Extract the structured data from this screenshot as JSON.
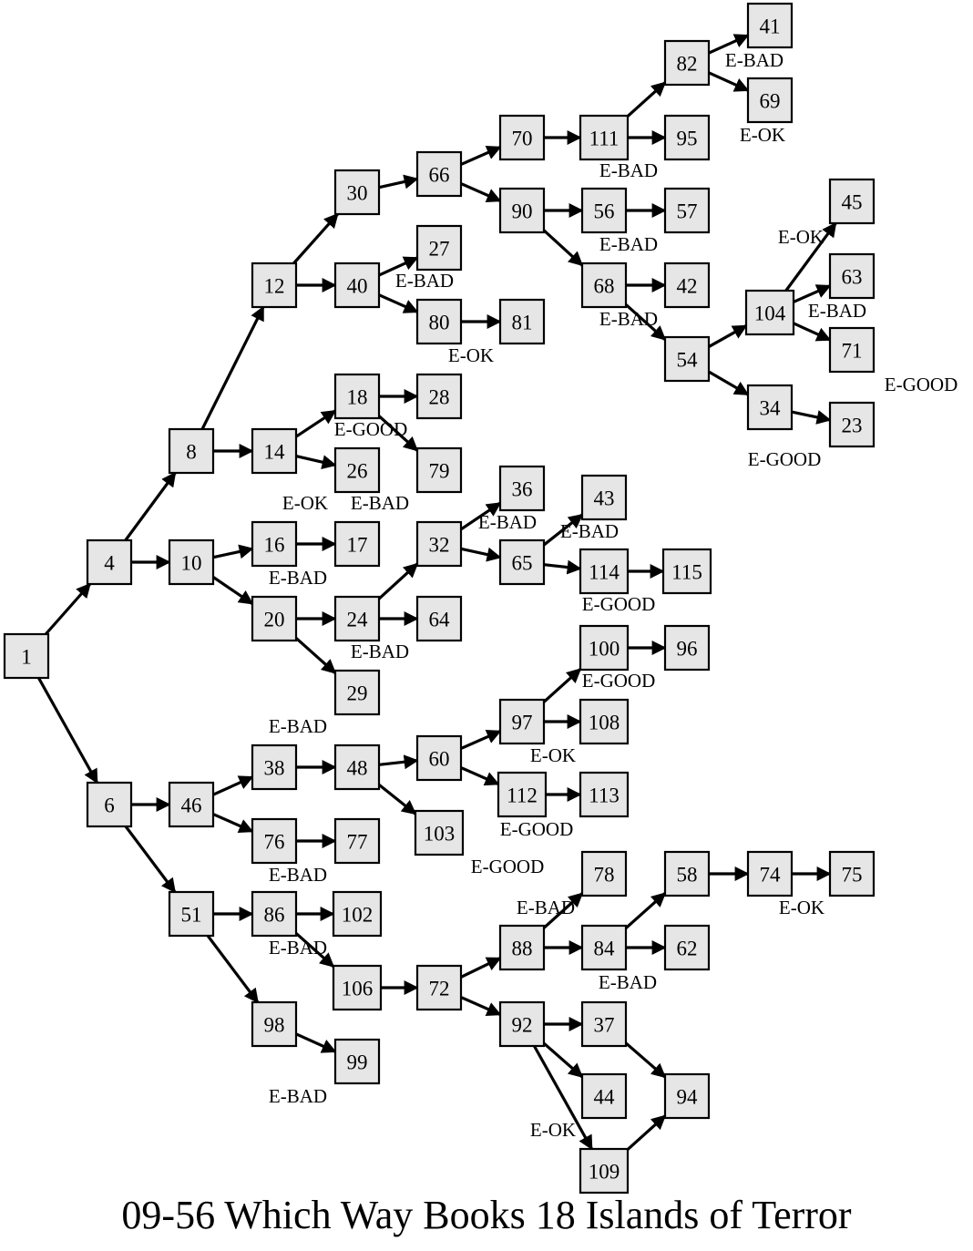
{
  "title": "09-56 Which Way Books 18 Islands of Terror",
  "node_fill": "#e6e6e6",
  "nodes": [
    "1",
    "4",
    "6",
    "8",
    "10",
    "12",
    "14",
    "16",
    "17",
    "18",
    "20",
    "23",
    "24",
    "26",
    "27",
    "28",
    "29",
    "30",
    "32",
    "34",
    "36",
    "37",
    "38",
    "40",
    "41",
    "42",
    "43",
    "44",
    "45",
    "46",
    "48",
    "51",
    "54",
    "56",
    "57",
    "58",
    "60",
    "62",
    "63",
    "64",
    "65",
    "66",
    "68",
    "69",
    "70",
    "71",
    "72",
    "74",
    "75",
    "76",
    "77",
    "78",
    "79",
    "80",
    "81",
    "82",
    "84",
    "86",
    "88",
    "90",
    "92",
    "94",
    "95",
    "96",
    "97",
    "98",
    "99",
    "100",
    "102",
    "103",
    "104",
    "106",
    "108",
    "109",
    "111",
    "112",
    "113",
    "114",
    "115"
  ],
  "edges": [
    [
      "1",
      "4"
    ],
    [
      "1",
      "6"
    ],
    [
      "4",
      "8"
    ],
    [
      "4",
      "10"
    ],
    [
      "8",
      "12"
    ],
    [
      "8",
      "14"
    ],
    [
      "12",
      "30"
    ],
    [
      "12",
      "40"
    ],
    [
      "30",
      "66"
    ],
    [
      "66",
      "70"
    ],
    [
      "66",
      "90"
    ],
    [
      "70",
      "111"
    ],
    [
      "111",
      "82"
    ],
    [
      "111",
      "95"
    ],
    [
      "82",
      "41"
    ],
    [
      "82",
      "69"
    ],
    [
      "90",
      "56"
    ],
    [
      "90",
      "68"
    ],
    [
      "56",
      "57"
    ],
    [
      "68",
      "42"
    ],
    [
      "68",
      "54"
    ],
    [
      "54",
      "104"
    ],
    [
      "54",
      "34"
    ],
    [
      "104",
      "45"
    ],
    [
      "104",
      "63"
    ],
    [
      "104",
      "71"
    ],
    [
      "34",
      "23"
    ],
    [
      "40",
      "27"
    ],
    [
      "40",
      "80"
    ],
    [
      "80",
      "81"
    ],
    [
      "14",
      "18"
    ],
    [
      "14",
      "26"
    ],
    [
      "18",
      "28"
    ],
    [
      "18",
      "79"
    ],
    [
      "10",
      "16"
    ],
    [
      "10",
      "20"
    ],
    [
      "16",
      "17"
    ],
    [
      "20",
      "24"
    ],
    [
      "20",
      "29"
    ],
    [
      "24",
      "32"
    ],
    [
      "24",
      "64"
    ],
    [
      "32",
      "36"
    ],
    [
      "32",
      "65"
    ],
    [
      "65",
      "43"
    ],
    [
      "65",
      "114"
    ],
    [
      "114",
      "115"
    ],
    [
      "6",
      "46"
    ],
    [
      "6",
      "51"
    ],
    [
      "46",
      "38"
    ],
    [
      "46",
      "76"
    ],
    [
      "38",
      "48"
    ],
    [
      "48",
      "60"
    ],
    [
      "48",
      "103"
    ],
    [
      "60",
      "97"
    ],
    [
      "60",
      "112"
    ],
    [
      "97",
      "100"
    ],
    [
      "97",
      "108"
    ],
    [
      "100",
      "96"
    ],
    [
      "112",
      "113"
    ],
    [
      "76",
      "77"
    ],
    [
      "51",
      "86"
    ],
    [
      "51",
      "98"
    ],
    [
      "86",
      "102"
    ],
    [
      "86",
      "106"
    ],
    [
      "106",
      "72"
    ],
    [
      "72",
      "88"
    ],
    [
      "72",
      "92"
    ],
    [
      "88",
      "78"
    ],
    [
      "88",
      "84"
    ],
    [
      "84",
      "58"
    ],
    [
      "84",
      "62"
    ],
    [
      "58",
      "74"
    ],
    [
      "74",
      "75"
    ],
    [
      "92",
      "37"
    ],
    [
      "92",
      "44"
    ],
    [
      "92",
      "109"
    ],
    [
      "37",
      "94"
    ],
    [
      "109",
      "94"
    ],
    [
      "98",
      "99"
    ]
  ],
  "endings": [
    {
      "node": "41",
      "text": "E-BAD"
    },
    {
      "node": "69",
      "text": "E-OK"
    },
    {
      "node": "111",
      "text": "E-BAD"
    },
    {
      "node": "56",
      "text": "E-BAD"
    },
    {
      "node": "68",
      "text": "E-BAD"
    },
    {
      "node": "45",
      "text": "E-OK"
    },
    {
      "node": "63",
      "text": "E-BAD"
    },
    {
      "node": "71",
      "text": "E-GOOD"
    },
    {
      "node": "23",
      "text": "E-GOOD"
    },
    {
      "node": "27",
      "text": "E-BAD"
    },
    {
      "node": "81",
      "text": "E-OK"
    },
    {
      "node": "18",
      "text": "E-GOOD"
    },
    {
      "node": "14",
      "text": "E-OK"
    },
    {
      "node": "26",
      "text": "E-BAD"
    },
    {
      "node": "36",
      "text": "E-BAD"
    },
    {
      "node": "43",
      "text": "E-BAD"
    },
    {
      "node": "16",
      "text": "E-BAD"
    },
    {
      "node": "114",
      "text": "E-GOOD"
    },
    {
      "node": "24",
      "text": "E-BAD"
    },
    {
      "node": "29",
      "text": "E-BAD"
    },
    {
      "node": "100",
      "text": "E-GOOD"
    },
    {
      "node": "97",
      "text": "E-OK"
    },
    {
      "node": "112",
      "text": "E-GOOD"
    },
    {
      "node": "103",
      "text": "E-GOOD"
    },
    {
      "node": "76",
      "text": "E-BAD"
    },
    {
      "node": "78",
      "text": "E-BAD"
    },
    {
      "node": "86",
      "text": "E-BAD"
    },
    {
      "node": "84",
      "text": "E-BAD"
    },
    {
      "node": "74",
      "text": "E-OK"
    },
    {
      "node": "99",
      "text": "E-BAD"
    },
    {
      "node": "109",
      "text": "E-OK"
    }
  ]
}
